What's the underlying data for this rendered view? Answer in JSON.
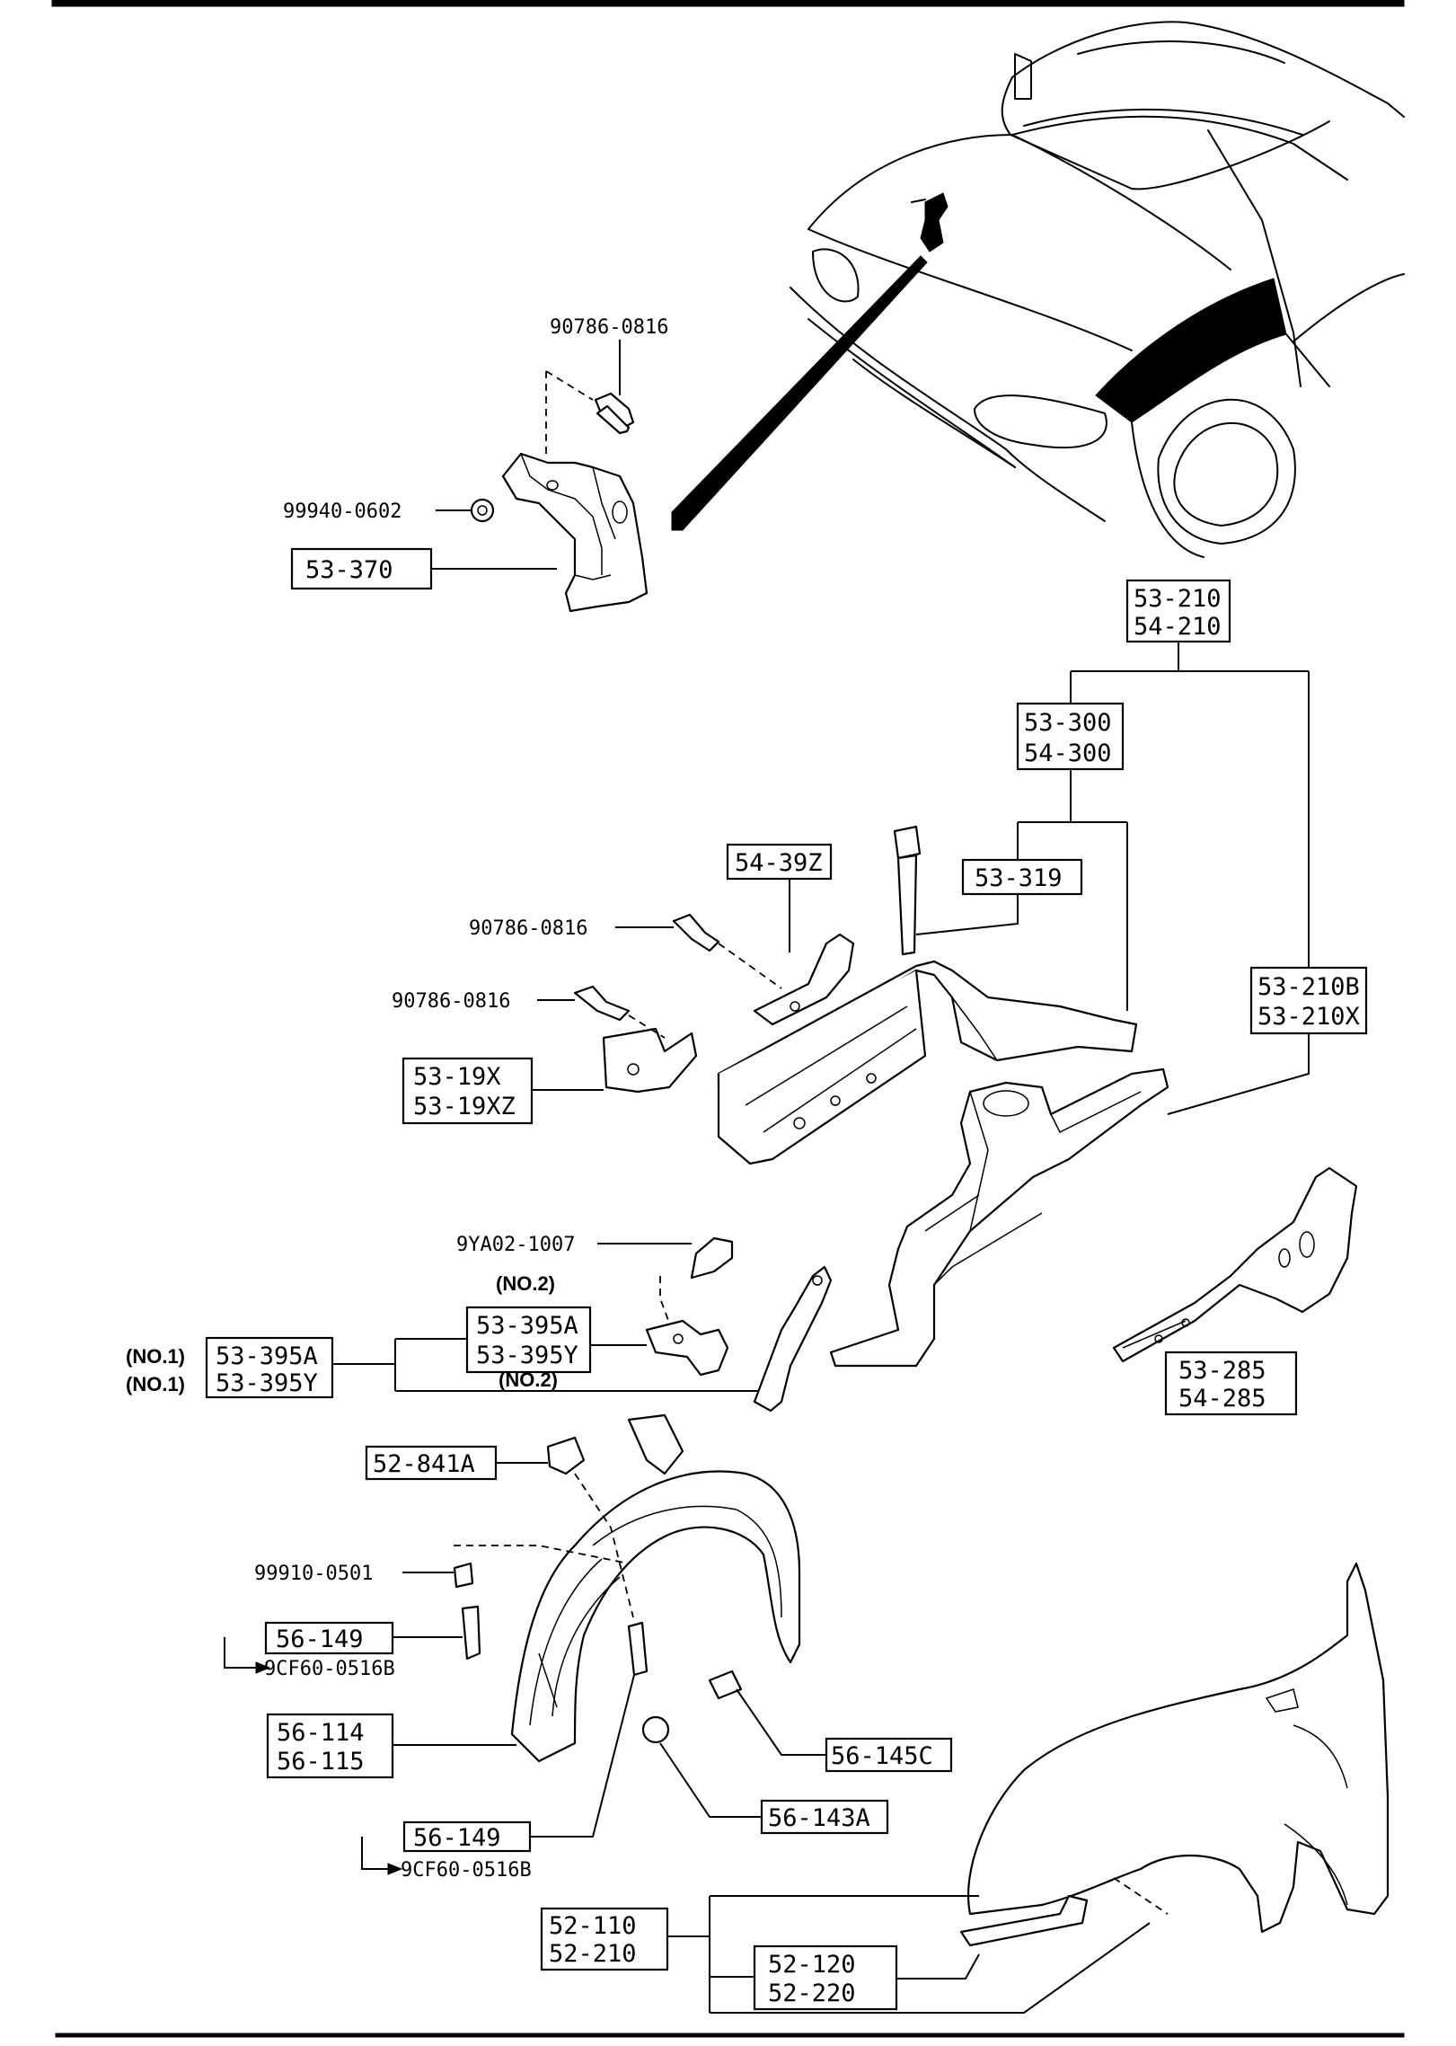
{
  "boxed_labels": {
    "l_53_370": [
      "53-370"
    ],
    "l_53_210": [
      "53-210",
      "54-210"
    ],
    "l_53_300": [
      "53-300",
      "54-300"
    ],
    "l_54_39z": [
      "54-39Z"
    ],
    "l_53_319": [
      "53-319"
    ],
    "l_53_210b": [
      "53-210B",
      "53-210X"
    ],
    "l_53_19x": [
      "53-19X",
      "53-19XZ"
    ],
    "l_53_395a": [
      "53-395A",
      "53-395Y"
    ],
    "l_53_395a_no1": [
      "53-395A",
      "53-395Y"
    ],
    "l_53_285": [
      "53-285",
      "54-285"
    ],
    "l_52_841a": [
      "52-841A"
    ],
    "l_56_149a": [
      "56-149"
    ],
    "l_56_114": [
      "56-114",
      "56-115"
    ],
    "l_56_145c": [
      "56-145C"
    ],
    "l_56_143a": [
      "56-143A"
    ],
    "l_56_149b": [
      "56-149"
    ],
    "l_52_110": [
      "52-110",
      "52-210"
    ],
    "l_52_120": [
      "52-120",
      "52-220"
    ]
  },
  "part_numbers": {
    "p_90786_top": "90786-0816",
    "p_99940": "99940-0602",
    "p_90786_mid": "90786-0816",
    "p_90786_low": "90786-0816",
    "p_9ya02": "9YA02-1007",
    "p_99910": "99910-0501",
    "p_9cf60_a": "9CF60-0516B",
    "p_9cf60_b": "9CF60-0516B"
  },
  "notes": {
    "no2_top": "(NO.2)",
    "no2_bottom": "(NO.2)",
    "no1_a": "(NO.1)",
    "no1_b": "(NO.1)"
  }
}
